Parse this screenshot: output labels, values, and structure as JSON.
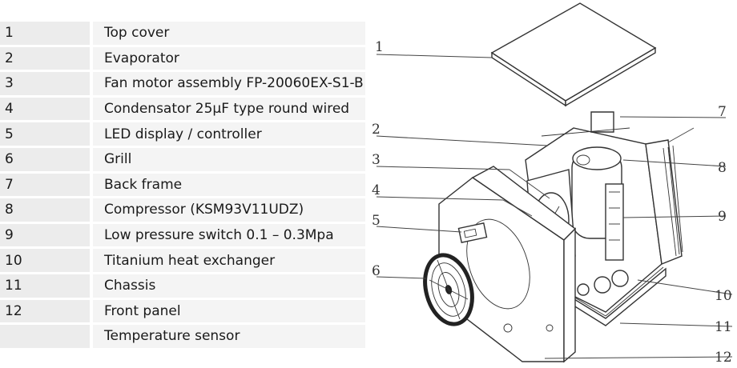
{
  "parts": [
    {
      "num": "1",
      "desc": "Top cover"
    },
    {
      "num": "2",
      "desc": "Evaporator"
    },
    {
      "num": "3",
      "desc": "Fan motor assembly FP-20060EX-S1-B"
    },
    {
      "num": "4",
      "desc": "Condensator 25µF type round wired"
    },
    {
      "num": "5",
      "desc": "LED display / controller"
    },
    {
      "num": "6",
      "desc": "Grill"
    },
    {
      "num": "7",
      "desc": "Back frame"
    },
    {
      "num": "8",
      "desc": "Compressor (KSM93V11UDZ)"
    },
    {
      "num": "9",
      "desc": "Low pressure switch 0.1 – 0.3Mpa"
    },
    {
      "num": "10",
      "desc": "Titanium heat exchanger"
    },
    {
      "num": "11",
      "desc": "Chassis"
    },
    {
      "num": "12",
      "desc": "Front panel"
    },
    {
      "num": "",
      "desc": "Temperature sensor"
    }
  ],
  "callouts": [
    "1",
    "2",
    "3",
    "4",
    "5",
    "6",
    "7",
    "8",
    "9",
    "10",
    "11",
    "12"
  ]
}
